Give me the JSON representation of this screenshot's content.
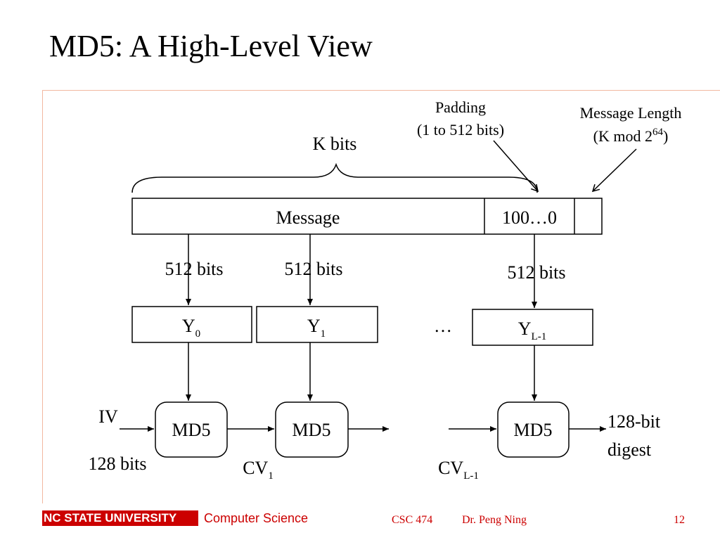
{
  "slide": {
    "title": "MD5: A High-Level View",
    "footer": {
      "university": "NC STATE UNIVERSITY",
      "department": "Computer Science",
      "course": "CSC 474",
      "author": "Dr. Peng Ning",
      "page": "12"
    }
  },
  "diagram": {
    "labels": {
      "k_bits": "K bits",
      "padding_line1": "Padding",
      "padding_line2": "(1 to 512 bits)",
      "length_line1": "Message Length",
      "length_line2_prefix": "(K mod 2",
      "length_line2_exp": "64",
      "length_line2_suffix": ")",
      "message": "Message",
      "padding_bits": "100…0",
      "block_size_0": "512 bits",
      "block_size_1": "512 bits",
      "block_size_last": "512 bits",
      "y_base": "Y",
      "y0_sub": "0",
      "y1_sub": "1",
      "ylast_sub": "L-1",
      "ellipsis": "…",
      "md5": "MD5",
      "iv": "IV",
      "iv_bits": "128 bits",
      "cv_base": "CV",
      "cv1_sub": "1",
      "cvlast_sub": "L-1",
      "digest_line1": "128-bit",
      "digest_line2": "digest"
    }
  },
  "colors": {
    "accent_red": "#cc0000",
    "rule": "#f2b8a0"
  }
}
